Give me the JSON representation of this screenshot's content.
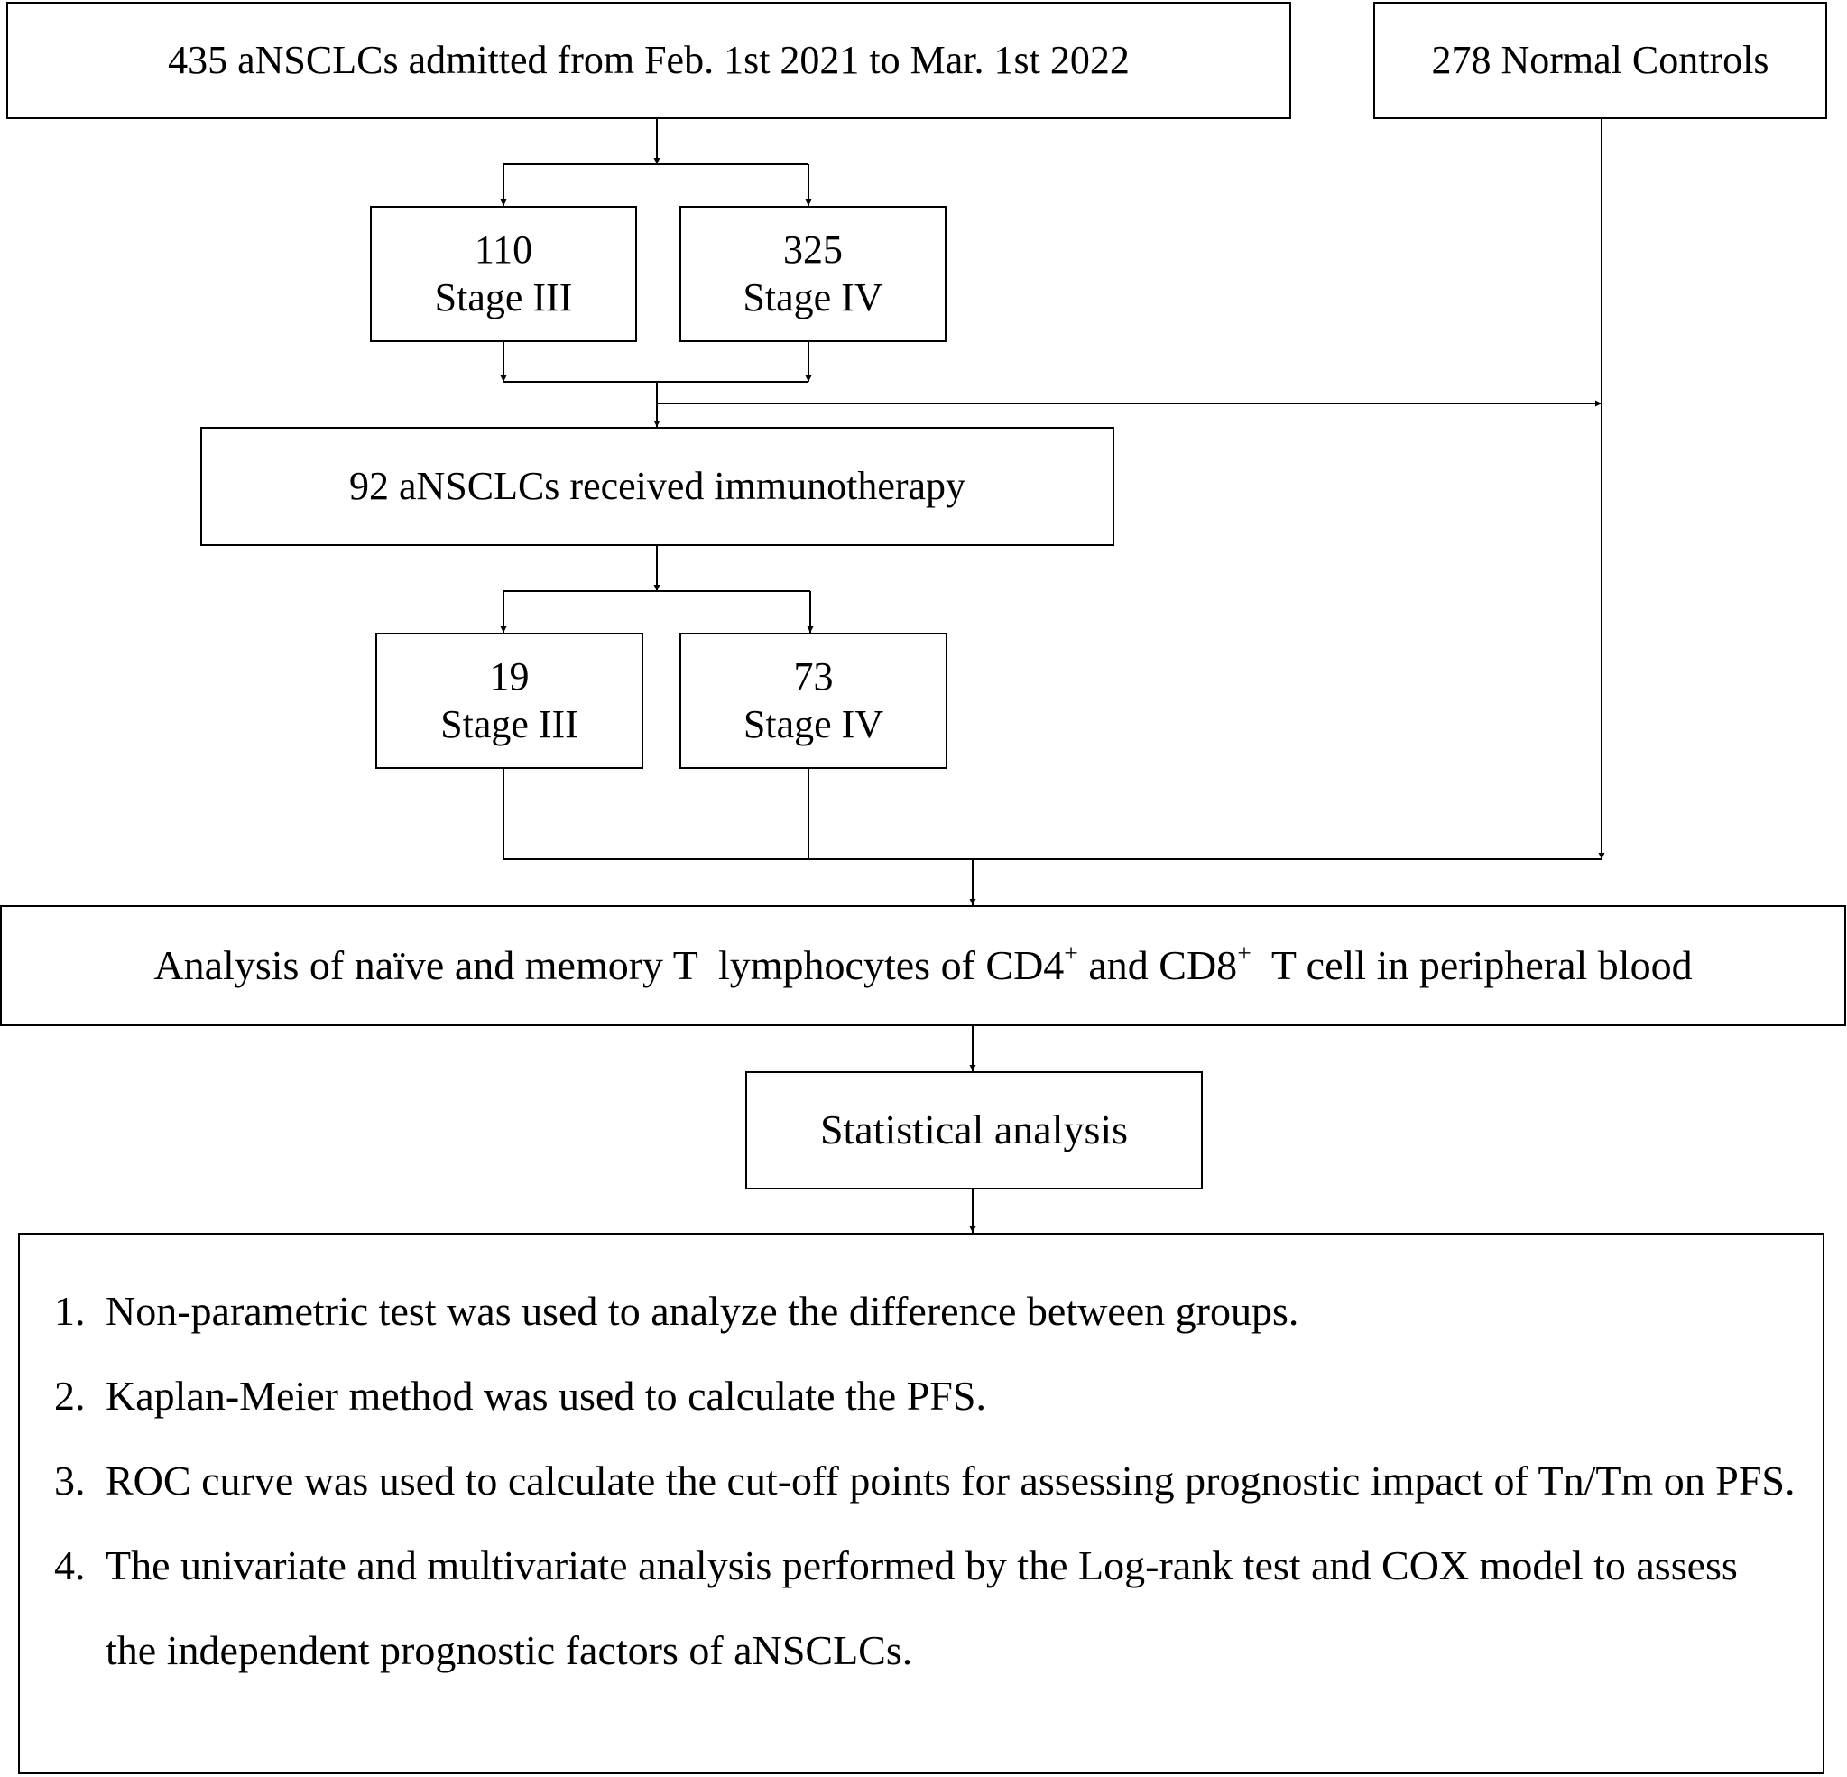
{
  "flowchart": {
    "cohort": "435 aNSCLCs admitted from Feb. 1st 2021 to Mar. 1st 2022",
    "controls": "278 Normal Controls",
    "stage_split_1": {
      "stage3": {
        "count": "110",
        "label": "Stage III"
      },
      "stage4": {
        "count": "325",
        "label": "Stage IV"
      }
    },
    "immunotherapy": "92 aNSCLCs received immunotherapy",
    "stage_split_2": {
      "stage3": {
        "count": "19",
        "label": "Stage III"
      },
      "stage4": {
        "count": "73",
        "label": "Stage IV"
      }
    },
    "analysis": {
      "part1": "Analysis of naïve and memory T  lymphocytes of CD4",
      "sup1": "+",
      "part2": " and CD8",
      "sup2": "+",
      "part3": "  T cell in peripheral blood"
    },
    "statistics": "Statistical analysis",
    "methods": [
      {
        "num": "1.",
        "text": "Non-parametric test was used to analyze the difference between groups."
      },
      {
        "num": "2.",
        "text": "Kaplan-Meier method was used to calculate the PFS."
      },
      {
        "num": "3.",
        "text": "ROC curve was used to calculate the cut-off points for assessing prognostic impact of Tn/Tm on PFS."
      },
      {
        "num": "4.",
        "text": "The univariate and multivariate analysis performed by the Log-rank test and COX model to assess the independent prognostic factors of aNSCLCs."
      }
    ]
  }
}
